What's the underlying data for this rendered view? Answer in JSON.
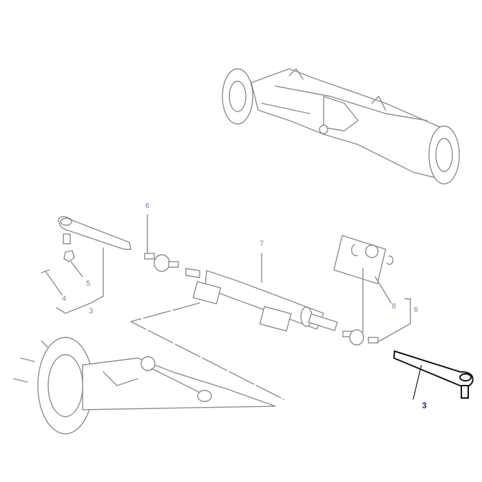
{
  "callouts": [
    {
      "id": "top-6",
      "text": "6"
    },
    {
      "id": "7",
      "text": "7"
    },
    {
      "id": "5",
      "text": "5"
    },
    {
      "id": "4",
      "text": "4"
    },
    {
      "id": "left-3",
      "text": "3"
    },
    {
      "id": "8",
      "text": "8"
    },
    {
      "id": "right-6",
      "text": "6"
    },
    {
      "id": "highlight-3",
      "text": "3"
    }
  ],
  "colors": {
    "callout": "#7b7bc4",
    "highlight_callout": "#1b2a8a",
    "line_art": "#8a8a8a",
    "highlight_part": "#111111"
  }
}
